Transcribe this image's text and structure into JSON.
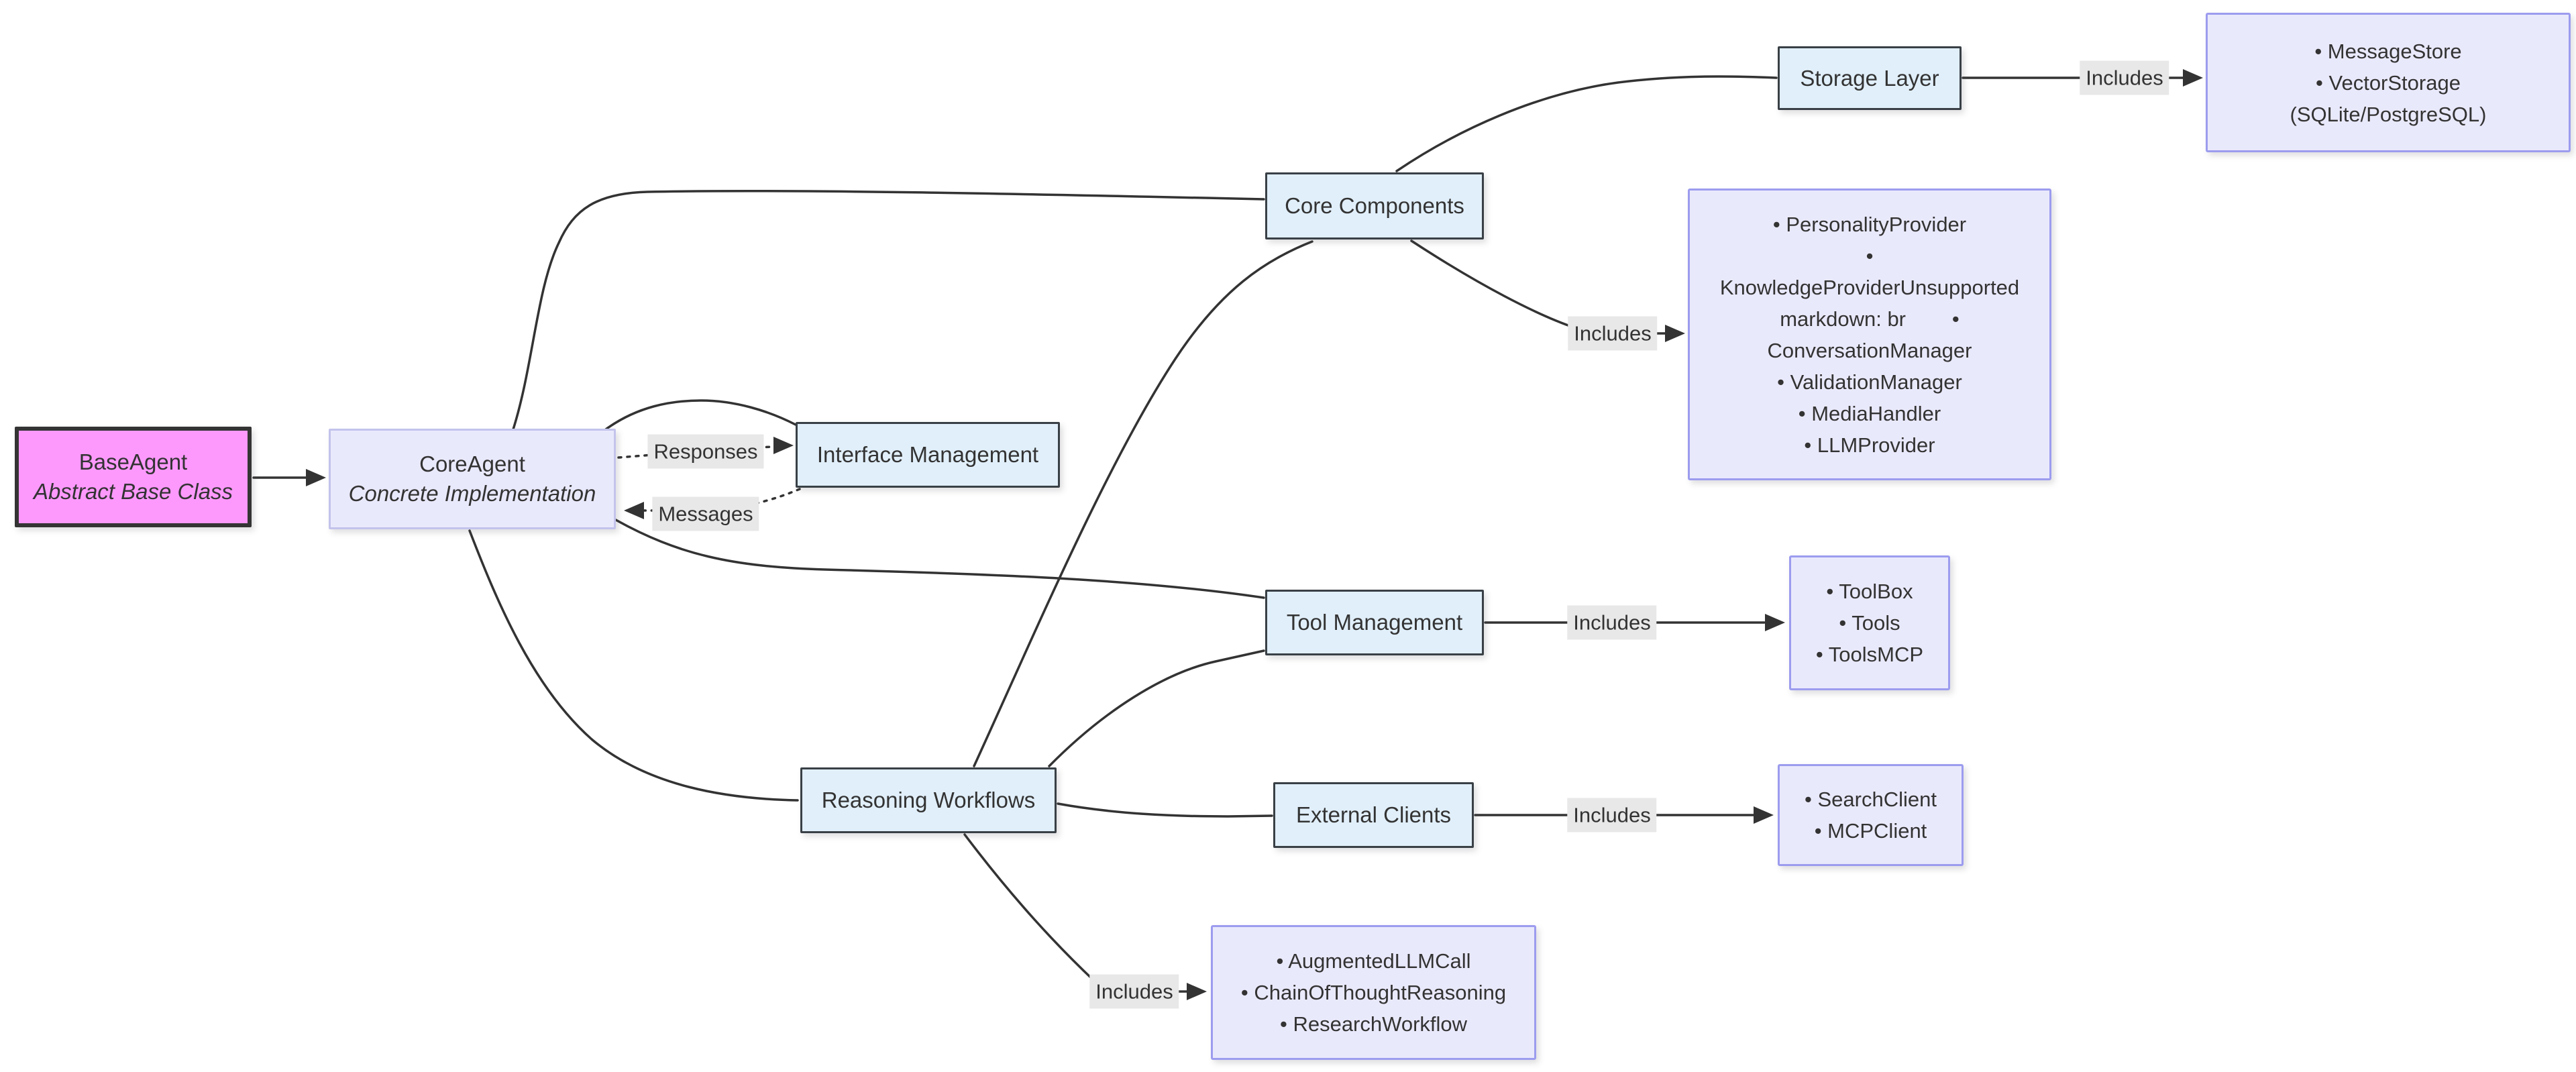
{
  "diagram": {
    "nodes": {
      "base_agent": {
        "title": "BaseAgent",
        "subtitle": "Abstract Base Class"
      },
      "core_agent": {
        "title": "CoreAgent",
        "subtitle": "Concrete Implementation"
      },
      "interface_management": {
        "label": "Interface Management"
      },
      "core_components": {
        "label": "Core Components"
      },
      "storage_layer": {
        "label": "Storage Layer"
      },
      "tool_management": {
        "label": "Tool Management"
      },
      "reasoning_workflows": {
        "label": "Reasoning Workflows"
      },
      "external_clients": {
        "label": "External Clients"
      }
    },
    "lists": {
      "storage_items": {
        "lines": [
          "• MessageStore",
          "• VectorStorage",
          "(SQLite/PostgreSQL)"
        ]
      },
      "core_items": {
        "lines": [
          "• PersonalityProvider",
          "•",
          "KnowledgeProviderUnsupported",
          "markdown: br        •",
          "ConversationManager",
          "• ValidationManager",
          "• MediaHandler",
          "• LLMProvider"
        ]
      },
      "tool_items": {
        "lines": [
          "• ToolBox",
          "• Tools",
          "• ToolsMCP"
        ]
      },
      "external_items": {
        "lines": [
          "• SearchClient",
          "• MCPClient"
        ]
      },
      "reasoning_items": {
        "lines": [
          "• AugmentedLLMCall",
          "• ChainOfThoughtReasoning",
          "• ResearchWorkflow"
        ]
      }
    },
    "edge_labels": {
      "includes": "Includes",
      "responses": "Responses",
      "messages": "Messages"
    },
    "colors": {
      "blue_fill": "#e1effa",
      "blue_border": "#394046",
      "lavender_fill": "#e9e9fc",
      "core_agent_border": "#c3c3ec",
      "list_border": "#9c9cef",
      "pink_fill": "#fd99fd",
      "pink_border": "#343434",
      "edge": "#333333",
      "label_bg": "#e8e8e8",
      "text": "#333333"
    }
  }
}
